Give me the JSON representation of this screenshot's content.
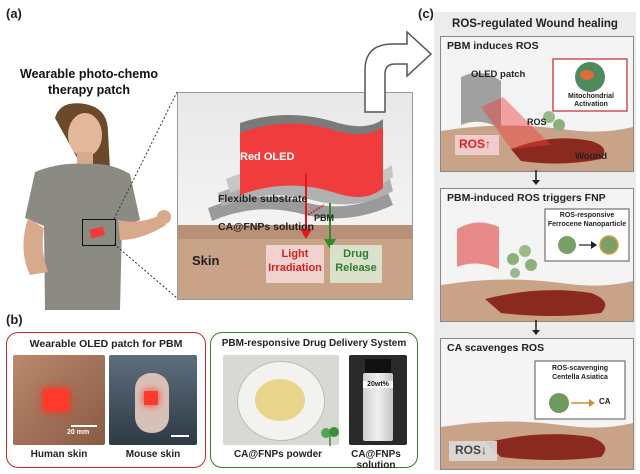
{
  "panel_a": {
    "label": "(a)",
    "title_line1": "Wearable photo-chemo",
    "title_line2": "therapy patch",
    "red_oled": "Red OLED",
    "flexible_substrate": "Flexible substrate",
    "solution": "CA@FNPs solution",
    "pbm": "PBM",
    "skin": "Skin",
    "light_line1": "Light",
    "light_line2": "Irradiation",
    "drug_line1": "Drug",
    "drug_line2": "Release"
  },
  "panel_b": {
    "label": "(b)",
    "left_title": "Wearable OLED patch for PBM",
    "scale": "20 mm",
    "human_skin": "Human skin",
    "mouse_skin": "Mouse skin",
    "right_title": "PBM-responsive Drug Delivery System",
    "vial_label": "20wt%",
    "powder": "CA@FNPs powder",
    "solution": "CA@FNPs solution"
  },
  "panel_c": {
    "label": "(c)",
    "title": "ROS-regulated Wound healing",
    "step1_title": "PBM induces ROS",
    "oled_patch": "OLED patch",
    "mito_line1": "Mitochondrial",
    "mito_line2": "Activation",
    "ros": "ROS",
    "ros_up": "ROS↑",
    "wound": "Wound",
    "step2_title": "PBM-induced ROS triggers FNP",
    "fnp_line1": "ROS-responsive",
    "fnp_line2": "Ferrocene Nanoparticle",
    "step3_title": "CA scavenges ROS",
    "ca_line1": "ROS-scavenging",
    "ca_line2": "Centella Asiatica",
    "ca": "CA",
    "ros_down": "ROS↓"
  },
  "colors": {
    "oled_red": "#f03c3c",
    "green_border": "#3a7a2a",
    "red_border": "#c0282a",
    "skin": "#c9a387",
    "wound": "#8a2a1e"
  }
}
